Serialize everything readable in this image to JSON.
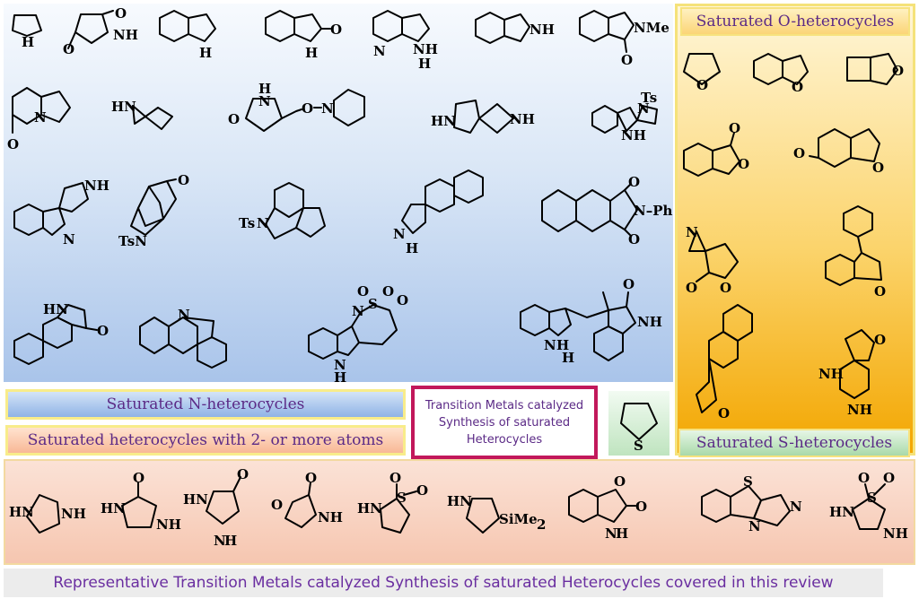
{
  "labels": {
    "n_heterocycles": "Saturated  N-heterocycles",
    "multi_heterocycles": "Saturated heterocycles with 2- or more atoms",
    "o_heterocycles": "Saturated  O-heterocycles",
    "s_heterocycles": "Saturated  S-heterocycles",
    "center_box": "Transition Metals catalyzed Synthesis of saturated Heterocycles",
    "footer": "Representative Transition Metals catalyzed Synthesis of saturated Heterocycles covered in this review"
  },
  "atoms": {
    "h": "H",
    "nh": "NH",
    "hn": "HN",
    "n": "N",
    "o": "O",
    "s": "S",
    "nme": "NMe",
    "ts": "Ts",
    "tsn": "TsN",
    "n_ph": "N–Ph",
    "sime2": "SiMe",
    "sub2": "2"
  },
  "colors": {
    "label_text": "#5b2a86",
    "footer_text": "#6a2ea0",
    "center_border": "#c2185b"
  }
}
